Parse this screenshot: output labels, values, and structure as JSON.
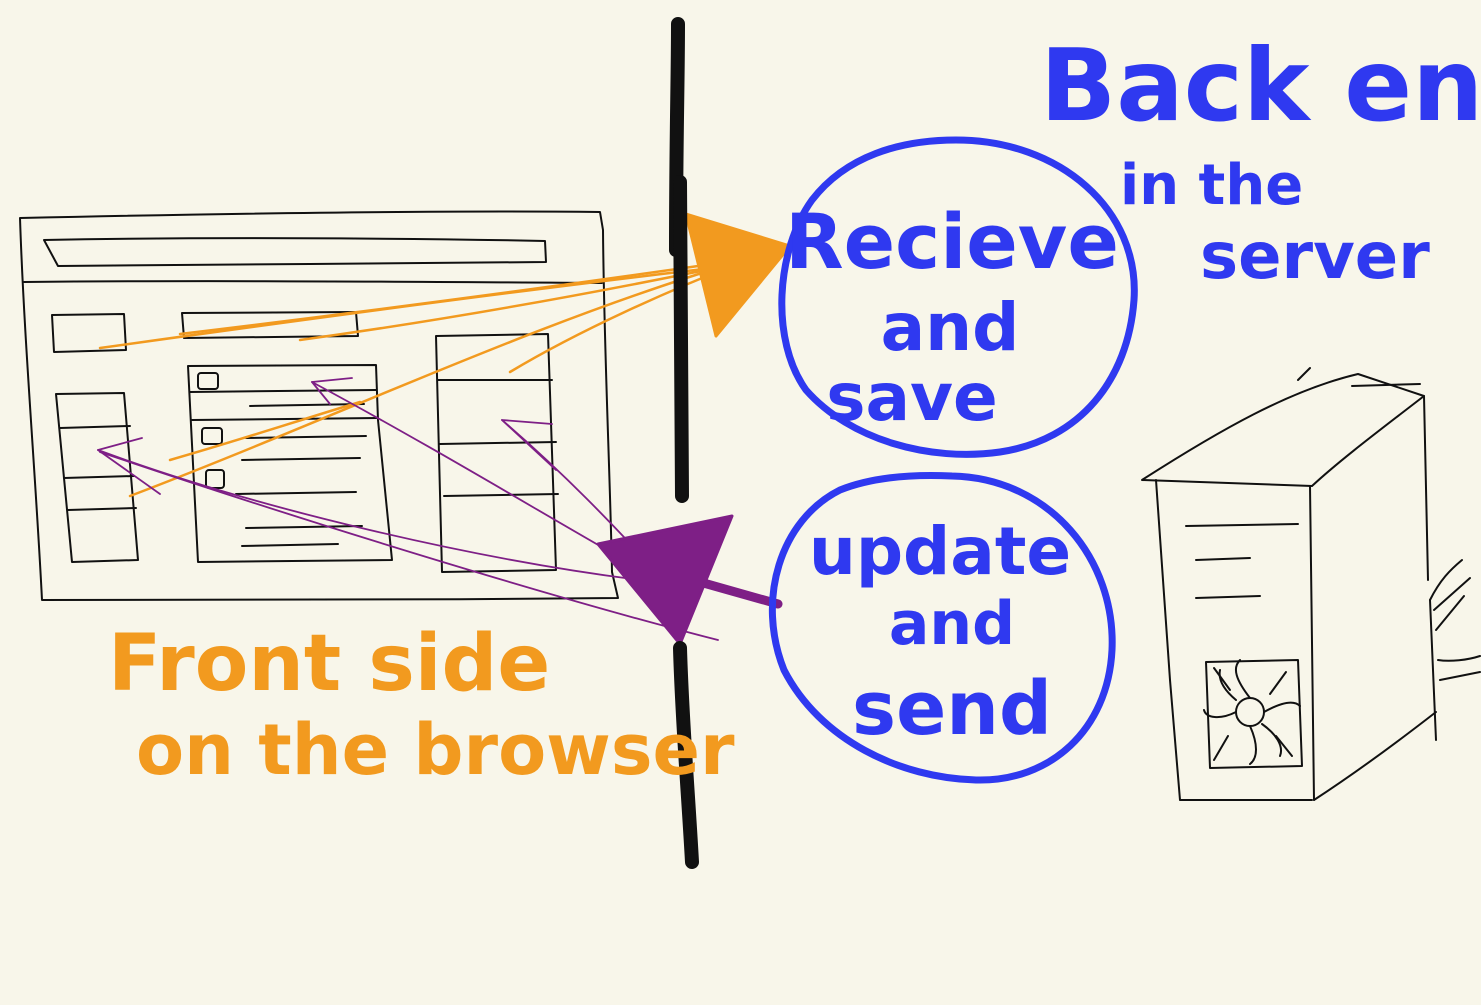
{
  "colors": {
    "background": "#f8f6ea",
    "front_accent": "#f29a1f",
    "back_accent": "#2f39f0",
    "response_arrow": "#7e1f86",
    "ink": "#111111"
  },
  "front": {
    "label_line1": "Front side",
    "label_line2": "on the browser"
  },
  "back": {
    "title": "Back end",
    "sub_line1": "in the",
    "sub_line2": "server"
  },
  "bubbles": {
    "receive": [
      "Recieve",
      "and",
      "save"
    ],
    "update": [
      "update",
      "and",
      "send"
    ]
  },
  "icons": {
    "browser": "browser-window-sketch",
    "server": "server-tower-sketch",
    "divider": "vertical-divider-line"
  }
}
